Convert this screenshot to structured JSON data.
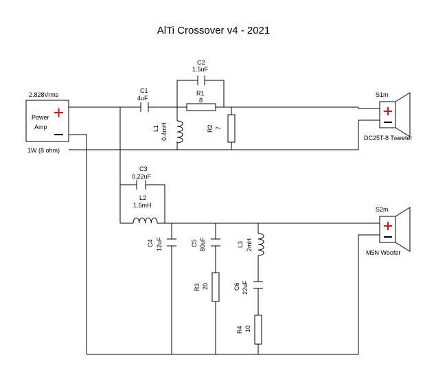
{
  "title": "AlTi Crossover v4 - 2021",
  "source": {
    "voltage": "2.828Vrms",
    "name_line1": "Power",
    "name_line2": "Amp",
    "power": "1W (8 ohm)"
  },
  "components": {
    "c1": {
      "ref": "C1",
      "value": "4uF"
    },
    "c2": {
      "ref": "C2",
      "value": "1.5uF"
    },
    "r1": {
      "ref": "R1",
      "value": "8"
    },
    "l1": {
      "ref": "L1",
      "value": "0.4mH"
    },
    "r2": {
      "ref": "R2",
      "value": "7"
    },
    "c3": {
      "ref": "C3",
      "value": "0.22uF"
    },
    "l2": {
      "ref": "L2",
      "value": "1.5mH"
    },
    "c4": {
      "ref": "C4",
      "value": "12uF"
    },
    "c5": {
      "ref": "C5",
      "value": "80uF"
    },
    "r3": {
      "ref": "R3",
      "value": "20"
    },
    "l3": {
      "ref": "L3",
      "value": "2mH"
    },
    "c6": {
      "ref": "C6",
      "value": "22uF"
    },
    "r4": {
      "ref": "R4",
      "value": "10"
    }
  },
  "speakers": {
    "s1": {
      "ref": "S1m",
      "model": "DC25T-8 Tweeter"
    },
    "s2": {
      "ref": "S2m",
      "model": "M5N Woofer"
    }
  },
  "colors": {
    "wire": "#000000",
    "plus": "#e01010"
  }
}
